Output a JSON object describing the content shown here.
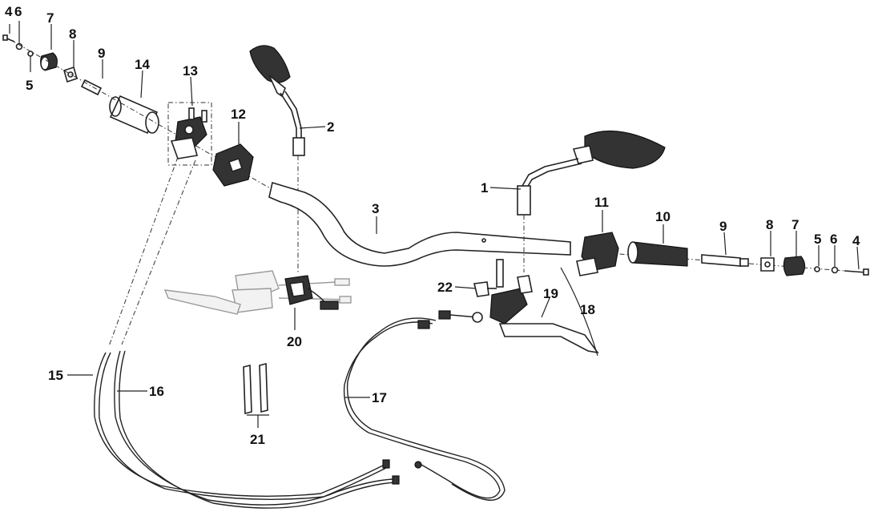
{
  "diagram": {
    "callouts": [
      "4",
      "6",
      "7",
      "8",
      "5",
      "9",
      "14",
      "13",
      "12",
      "2",
      "1",
      "3",
      "11",
      "10",
      "9",
      "8",
      "7",
      "5",
      "6",
      "4",
      "22",
      "19",
      "18",
      "20",
      "15",
      "16",
      "17",
      "21"
    ]
  }
}
